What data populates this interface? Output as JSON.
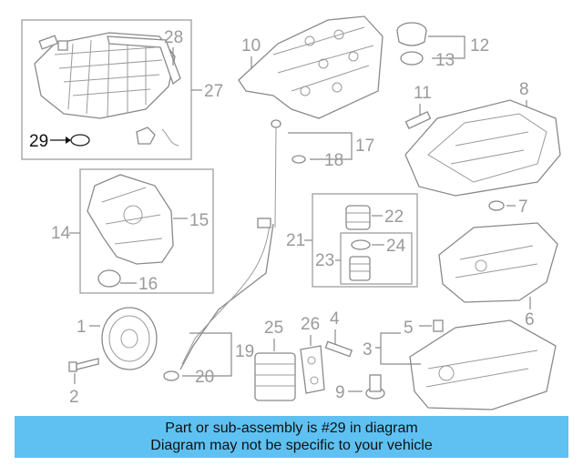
{
  "callouts": {
    "n1": "1",
    "n2": "2",
    "n3": "3",
    "n4": "4",
    "n5": "5",
    "n6": "6",
    "n7": "7",
    "n8": "8",
    "n9": "9",
    "n10": "10",
    "n11": "11",
    "n12": "12",
    "n13": "13",
    "n14": "14",
    "n15": "15",
    "n16": "16",
    "n17": "17",
    "n18": "18",
    "n19": "19",
    "n20": "20",
    "n21": "21",
    "n22": "22",
    "n23": "23",
    "n24": "24",
    "n25": "25",
    "n26": "26",
    "n27": "27",
    "n28": "28",
    "n29": "29"
  },
  "highlighted_part": "29",
  "colors": {
    "banner": "#5ec1f2",
    "linework": "#8a8a8a",
    "highlight": "#111111"
  },
  "banner": {
    "line1": "Part or sub-assembly is #29 in diagram",
    "line2": "Diagram may not be specific to your vehicle"
  }
}
